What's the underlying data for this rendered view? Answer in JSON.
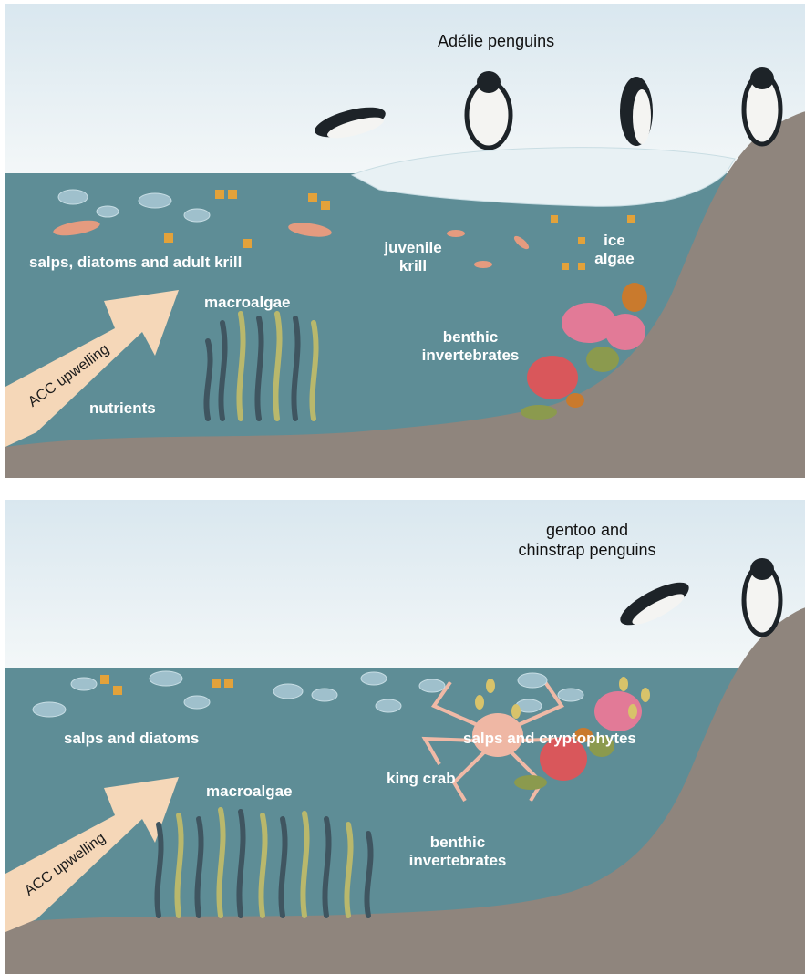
{
  "colors": {
    "sky_top": "#dde9f0",
    "sky_bottom": "#f2f6f7",
    "water": "#5e8d96",
    "seafloor": "#8f857d",
    "arrow": "#f5d7b8",
    "kelp_dark": "#3f5560",
    "kelp_yellow": "#b9b86c",
    "coral_red": "#d9575b",
    "coral_pink": "#e27a97",
    "sponge_orange": "#c97a2d",
    "sponge_green": "#8b9a4e",
    "krill": "#e59b7f",
    "salp": "#9fc0cc"
  },
  "top_panel": {
    "penguin_label": "Adélie penguins",
    "salps_label": "salps, diatoms and adult krill",
    "juvenile_krill_label": [
      "juvenile",
      "krill"
    ],
    "ice_algae_label": [
      "ice",
      "algae"
    ],
    "macroalgae_label": "macroalgae",
    "benthic_label": [
      "benthic",
      "invertebrates"
    ],
    "nutrients_label": "nutrients",
    "acc_label": "ACC upwelling"
  },
  "bottom_panel": {
    "penguin_label": [
      "gentoo and",
      "chinstrap penguins"
    ],
    "salps_diatoms_label": "salps and diatoms",
    "salps_crypto_label": "salps and cryptophytes",
    "macroalgae_label": "macroalgae",
    "king_crab_label": "king crab",
    "benthic_label": [
      "benthic",
      "invertebrates"
    ],
    "acc_label": "ACC upwelling"
  }
}
